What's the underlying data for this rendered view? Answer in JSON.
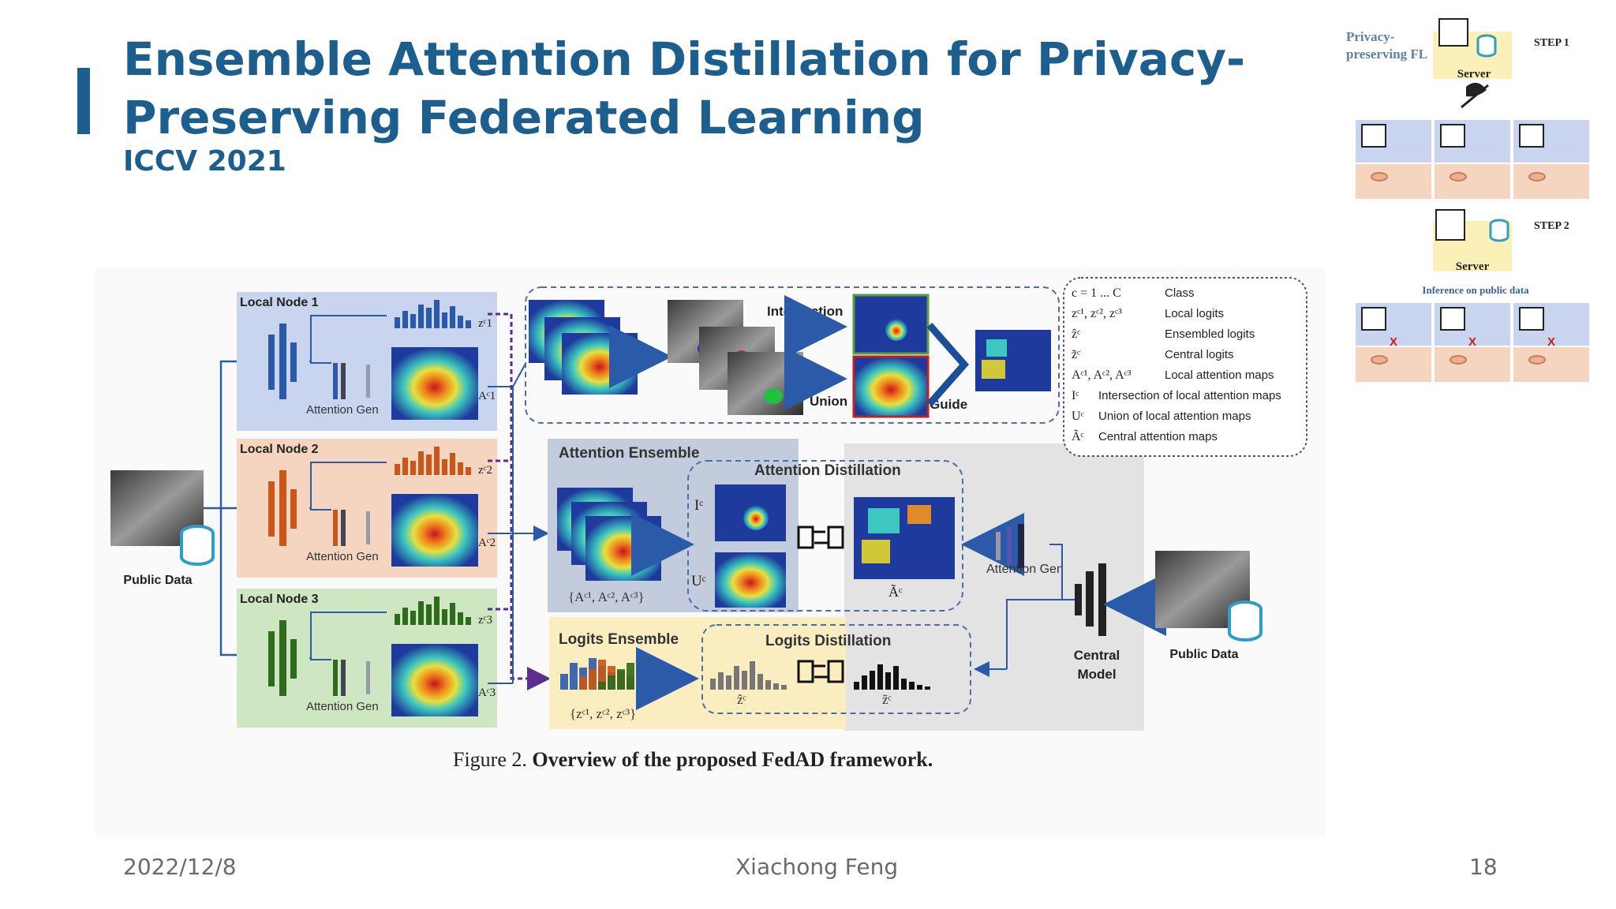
{
  "slide": {
    "title": "Ensemble Attention Distillation for Privacy-Preserving Federated Learning",
    "subtitle": "ICCV 2021",
    "footer_date": "2022/12/8",
    "footer_author": "Xiachong Feng",
    "footer_page": "18"
  },
  "figure": {
    "caption_prefix": "Figure 2.",
    "caption_text": "Overview of the proposed FedAD framework.",
    "public_data_label": "Public Data",
    "local_nodes": [
      {
        "title": "Local Node 1",
        "gen": "Attention Gen",
        "z": "z",
        "zsup": "c1",
        "a": "A",
        "asup": "c1",
        "color": "#2b5aa8",
        "bg": "#c9d4ee"
      },
      {
        "title": "Local Node 2",
        "gen": "Attention Gen",
        "z": "z",
        "zsup": "c2",
        "a": "A",
        "asup": "c2",
        "color": "#c9561a",
        "bg": "#f6d5c0"
      },
      {
        "title": "Local Node 3",
        "gen": "Attention Gen",
        "z": "z",
        "zsup": "c3",
        "a": "A",
        "asup": "c3",
        "color": "#2f6b1c",
        "bg": "#cfe6c2"
      }
    ],
    "top_panel": {
      "intersection": "Intersection",
      "union": "Union",
      "guide": "Guide"
    },
    "attention_ensemble": "Attention Ensemble",
    "attention_distillation": "Attention Distillation",
    "ens_set": "{Aᶜ¹, Aᶜ², Aᶜ³}",
    "i_label": "Iᶜ",
    "u_label": "Uᶜ",
    "a_tilde": "Ãᶜ",
    "logits_ensemble": "Logits Ensemble",
    "logits_distillation": "Logits Distillation",
    "logits_set": "{zᶜ¹, zᶜ², zᶜ³}",
    "z_hat": "ẑᶜ",
    "z_tilde": "z̃ᶜ",
    "central_gen": "Attention Gen",
    "central_model": [
      "Central",
      "Model"
    ],
    "right_public_data": "Public Data",
    "legend": [
      {
        "sym": "c = 1 ... C",
        "desc": "Class"
      },
      {
        "sym": "zᶜ¹, zᶜ², zᶜ³",
        "desc": "Local logits"
      },
      {
        "sym": "ẑᶜ",
        "desc": "Ensembled logits"
      },
      {
        "sym": "z̃ᶜ",
        "desc": "Central logits"
      },
      {
        "sym": "Aᶜ¹, Aᶜ², Aᶜ³",
        "desc": "Local attention maps"
      },
      {
        "sym": "Iᶜ",
        "desc": "Intersection of local attention maps"
      },
      {
        "sym": "Uᶜ",
        "desc": "Union of local attention maps"
      },
      {
        "sym": "Ãᶜ",
        "desc": "Central attention maps"
      }
    ]
  },
  "inset": {
    "fl_label": [
      "Privacy-",
      "preserving FL"
    ],
    "step1": "STEP 1",
    "step2": "STEP 2",
    "server1": "Server",
    "server2": "Server",
    "inference": "Inference on public data",
    "x_mark": "X"
  },
  "colors": {
    "accent": "#1c5e8e",
    "node1": "#2b5aa8",
    "node2": "#c9561a",
    "node3": "#2f6b1c"
  }
}
